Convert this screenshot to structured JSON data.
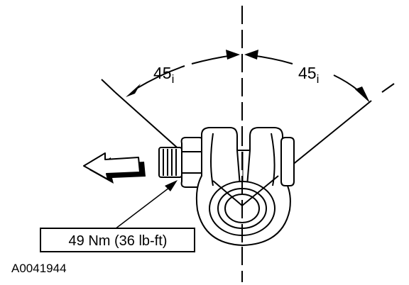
{
  "diagram": {
    "angle_left": "45",
    "angle_right": "45",
    "angle_suffix": "i",
    "torque_label": "49 Nm (36 lb-ft)",
    "figure_id": "A0041944"
  },
  "colors": {
    "ink": "#000000",
    "paper": "#ffffff"
  }
}
